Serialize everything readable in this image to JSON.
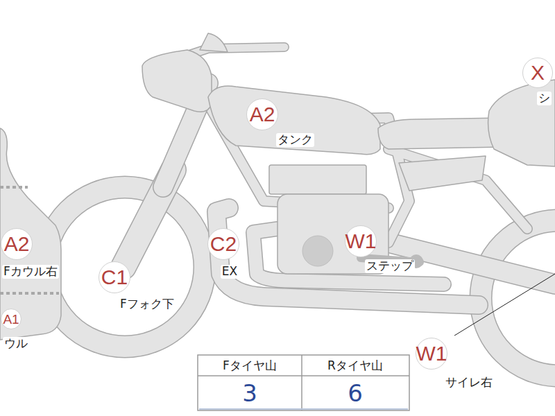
{
  "diagram": {
    "nodes": [
      {
        "text": [
          "X",
          "シ"
        ]
      },
      {
        "text": [
          "A2",
          "タンク"
        ]
      },
      {
        "text": [
          "A2",
          "Fカウル右"
        ]
      },
      {
        "text": [
          "C2",
          "EX"
        ]
      },
      {
        "text": [
          "W1",
          "ステップ"
        ]
      },
      {
        "text": [
          "C1",
          "Fフォク下"
        ]
      },
      {
        "text": [
          "A1",
          "ウル"
        ]
      },
      {
        "text": [
          "W1",
          "サイレ右"
        ]
      }
    ],
    "labels": [
      "Fタイヤ山",
      "Rタイヤ山",
      "3",
      "6"
    ]
  }
}
